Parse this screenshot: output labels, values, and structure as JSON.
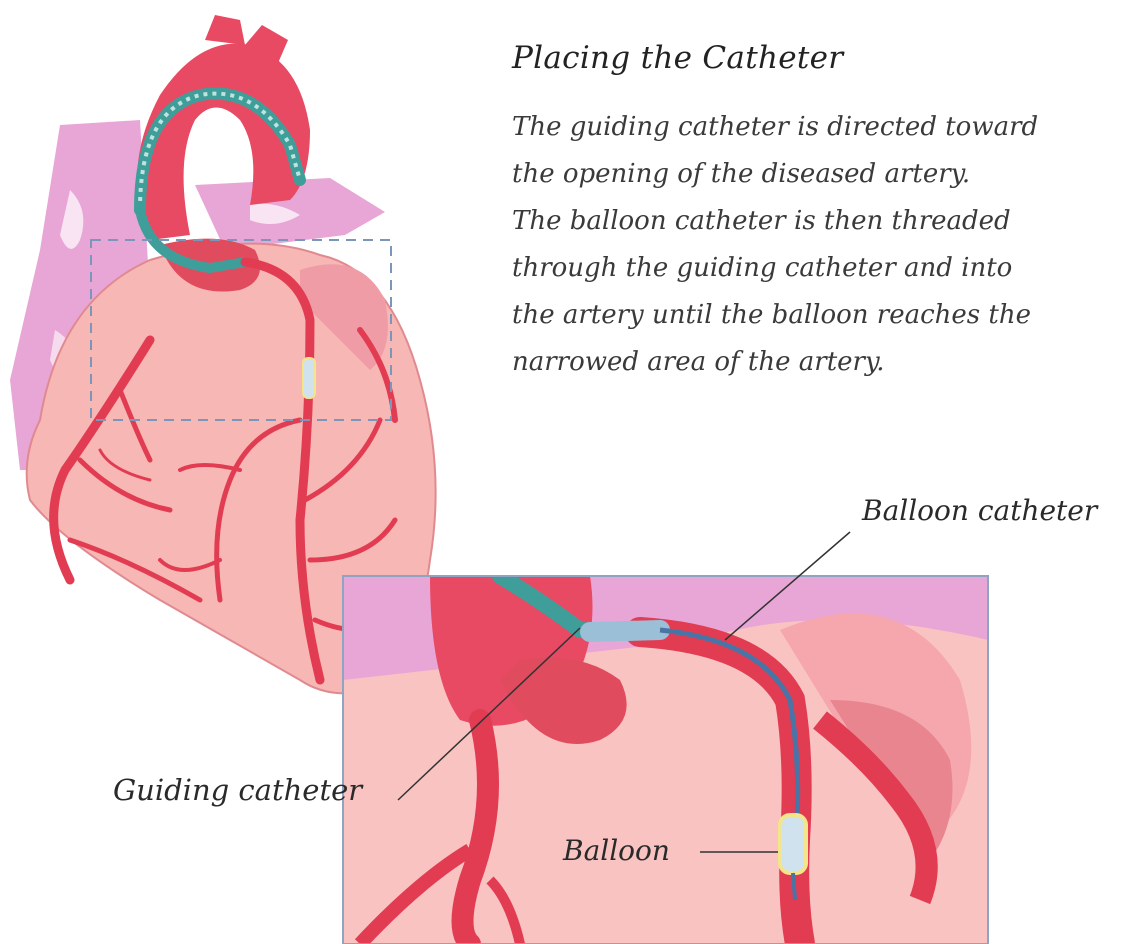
{
  "title": "Placing the Catheter",
  "description_lines": [
    "The guiding catheter is directed toward",
    "the opening of the diseased artery.",
    "The balloon catheter is then threaded",
    "through the guiding catheter and into",
    "the artery until the balloon reaches the",
    "narrowed area of the artery."
  ],
  "labels": {
    "balloon_catheter": "Balloon catheter",
    "guiding_catheter": "Guiding catheter",
    "balloon": "Balloon"
  },
  "colors": {
    "heart": "#f7b7b4",
    "artery": "#e83f55",
    "vein": "#e79ad8",
    "catheter": "#3f9e9a",
    "balloon": "#9bbfd6",
    "dashed_box": "#7b96b8"
  }
}
